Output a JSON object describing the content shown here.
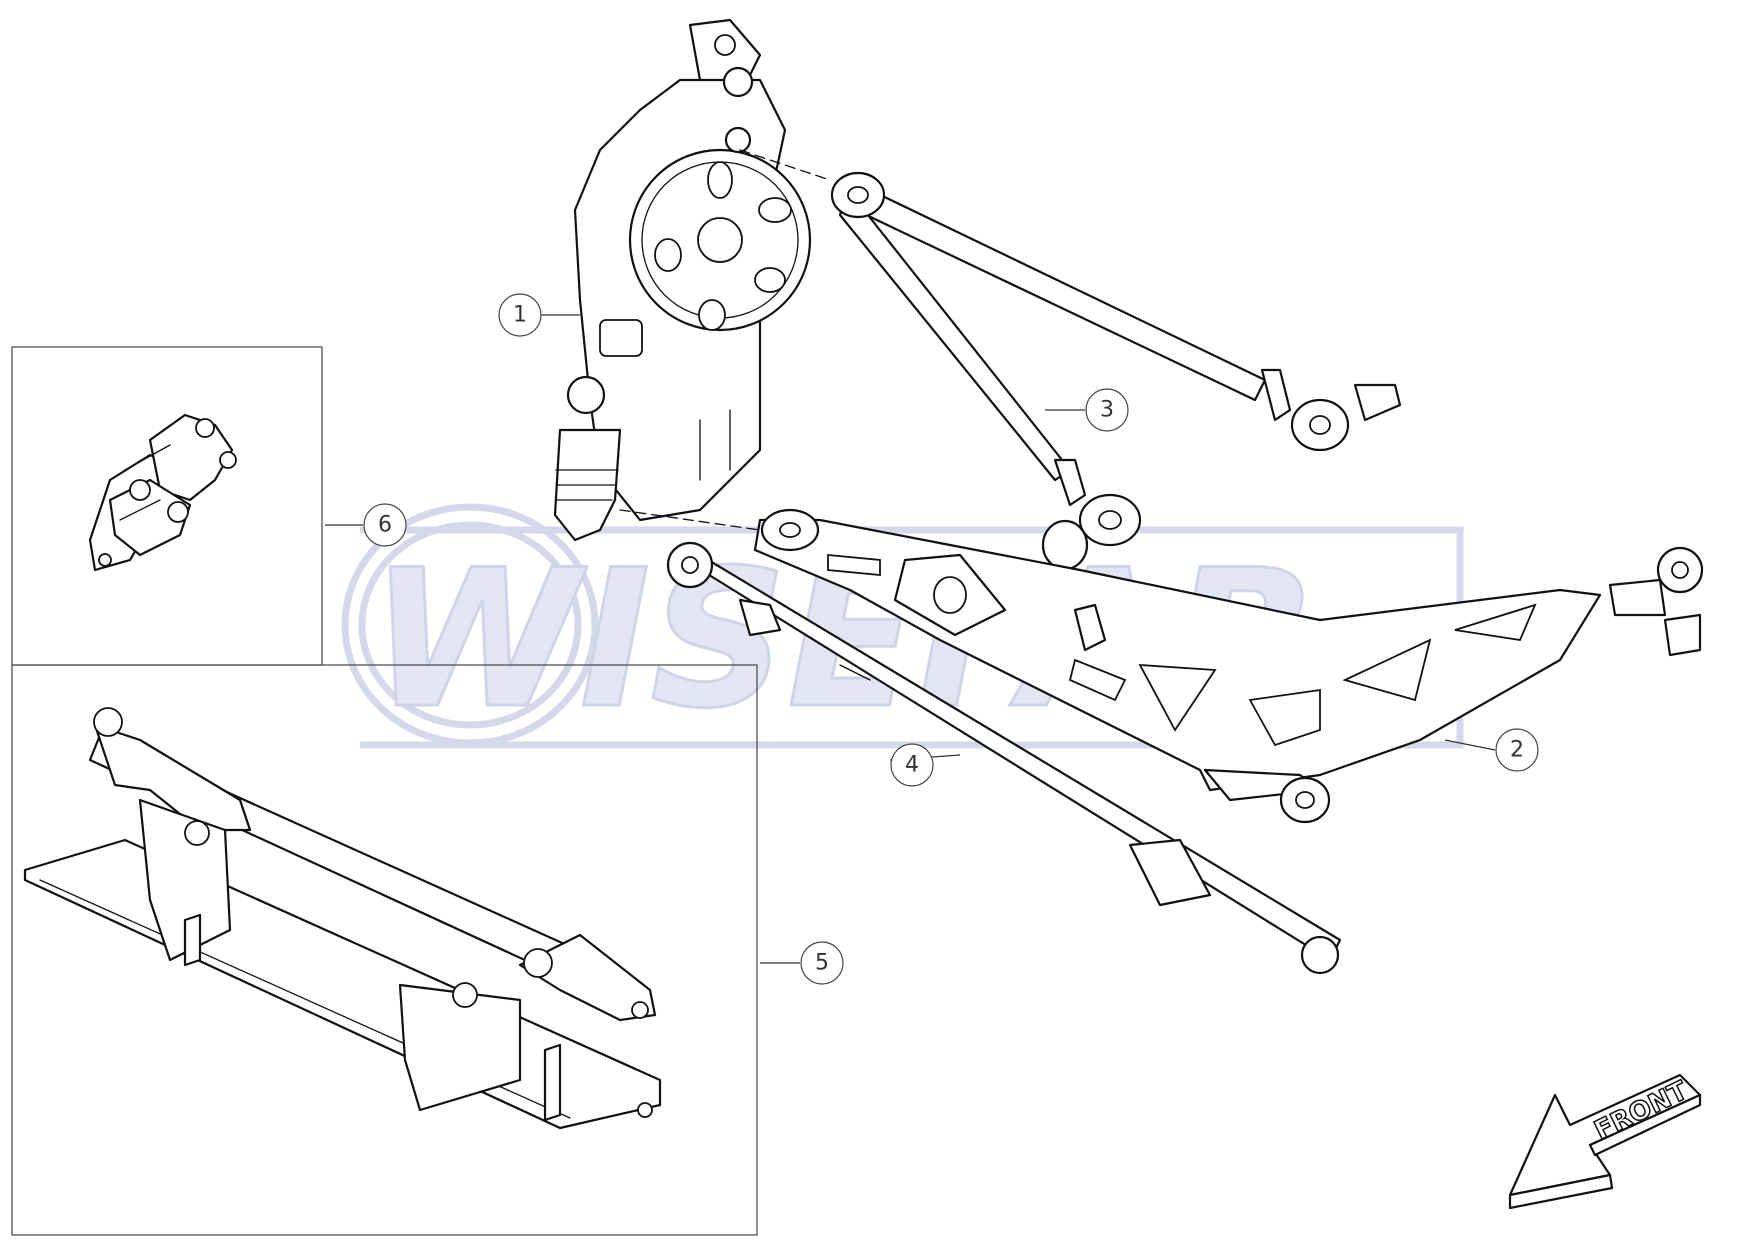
{
  "watermark": {
    "text": "WISEFAB"
  },
  "front_arrow": {
    "label": "FRONT"
  },
  "callouts": [
    {
      "id": "1",
      "label": "1"
    },
    {
      "id": "2",
      "label": "2"
    },
    {
      "id": "3",
      "label": "3"
    },
    {
      "id": "4",
      "label": "4"
    },
    {
      "id": "5",
      "label": "5"
    },
    {
      "id": "6",
      "label": "6"
    }
  ]
}
